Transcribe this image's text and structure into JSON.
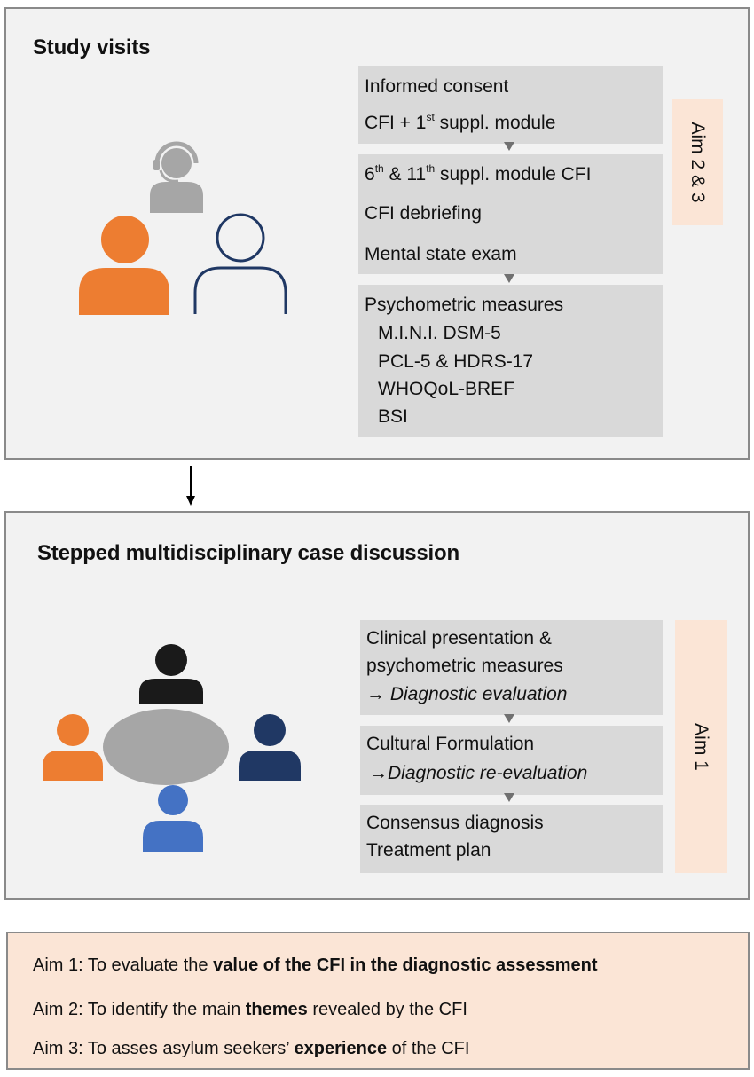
{
  "study_visits": {
    "title": "Study visits",
    "box1": {
      "line1": "Informed consent",
      "line2_pre": "CFI + 1",
      "line2_sup": "st",
      "line2_post": " suppl. module"
    },
    "box2": {
      "l1_a": "6",
      "l1_sup1": "th",
      "l1_b": " & 11",
      "l1_sup2": "th",
      "l1_c": "  suppl. module CFI",
      "line2": "CFI debriefing",
      "line3": "Mental state exam"
    },
    "box3": {
      "heading": "Psychometric measures",
      "items": [
        "M.I.N.I. DSM-5",
        "PCL-5 & HDRS-17",
        "WHOQoL-BREF",
        "BSI"
      ]
    },
    "aim_tag": "Aim 2 & 3"
  },
  "case_discussion": {
    "title": "Stepped multidisciplinary case discussion",
    "box1": {
      "line1": "Clinical presentation &",
      "line2": "psychometric measures",
      "arrow": "→",
      "line3": "Diagnostic evaluation"
    },
    "box2": {
      "line1": "Cultural Formulation",
      "arrow": "→",
      "line2": "Diagnostic re-evaluation"
    },
    "box3": {
      "line1": "Consensus diagnosis",
      "line2": "Treatment plan"
    },
    "aim_tag": "Aim 1"
  },
  "aims": [
    {
      "pre": "Aim 1: To evaluate the ",
      "bold": "value of the CFI in the diagnostic assessment",
      "post": ""
    },
    {
      "pre": "Aim 2: To identify the main ",
      "bold": "themes",
      "post": " revealed by the CFI"
    },
    {
      "pre": "Aim 3: To asses asylum seekers’ ",
      "bold": "experience",
      "post": " of the CFI"
    }
  ],
  "colors": {
    "orange": "#ed7d31",
    "navy": "#203864",
    "gray_person": "#a6a6a6",
    "black_person": "#1a1a1a",
    "blue_person": "#4472c4",
    "peach": "#fbe5d6",
    "box_gray": "#d9d9d9",
    "panel_gray": "#f2f2f2"
  },
  "icons": [
    "headset-person-icon",
    "person-icon",
    "person-outline-icon",
    "table-icon"
  ]
}
